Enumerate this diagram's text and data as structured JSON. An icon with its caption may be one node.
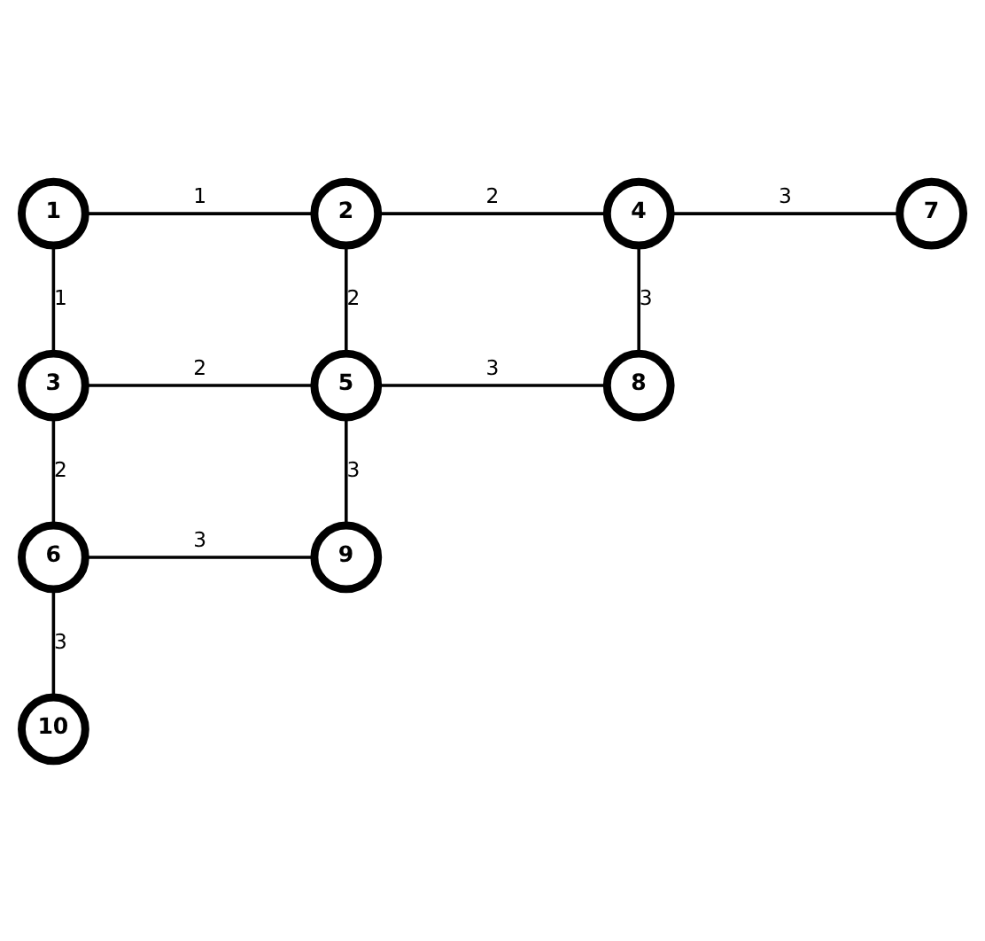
{
  "diagram": {
    "nodes": [
      {
        "text": [
          "1"
        ]
      },
      {
        "text": [
          "2"
        ]
      },
      {
        "text": [
          "4"
        ]
      },
      {
        "text": [
          "7"
        ]
      },
      {
        "text": [
          "3"
        ]
      },
      {
        "text": [
          "5"
        ]
      },
      {
        "text": [
          "8"
        ]
      },
      {
        "text": [
          "6"
        ]
      },
      {
        "text": [
          "9"
        ]
      },
      {
        "text": [
          "10"
        ]
      }
    ],
    "edges": [
      {
        "from": 0,
        "to": 1,
        "arrow": "none",
        "label": "1"
      },
      {
        "from": 1,
        "to": 2,
        "arrow": "none",
        "label": "2"
      },
      {
        "from": 2,
        "to": 3,
        "arrow": "none",
        "label": "3"
      },
      {
        "from": 0,
        "to": 4,
        "arrow": "none",
        "label": "1"
      },
      {
        "from": 1,
        "to": 5,
        "arrow": "none",
        "label": "2"
      },
      {
        "from": 2,
        "to": 6,
        "arrow": "none",
        "label": "3"
      },
      {
        "from": 4,
        "to": 5,
        "arrow": "none",
        "label": "2"
      },
      {
        "from": 5,
        "to": 6,
        "arrow": "none",
        "label": "3"
      },
      {
        "from": 4,
        "to": 7,
        "arrow": "none",
        "label": "2"
      },
      {
        "from": 5,
        "to": 8,
        "arrow": "none",
        "label": "3"
      },
      {
        "from": 7,
        "to": 8,
        "arrow": "none",
        "label": "3"
      },
      {
        "from": 7,
        "to": 9,
        "arrow": "none",
        "label": "3"
      }
    ]
  }
}
